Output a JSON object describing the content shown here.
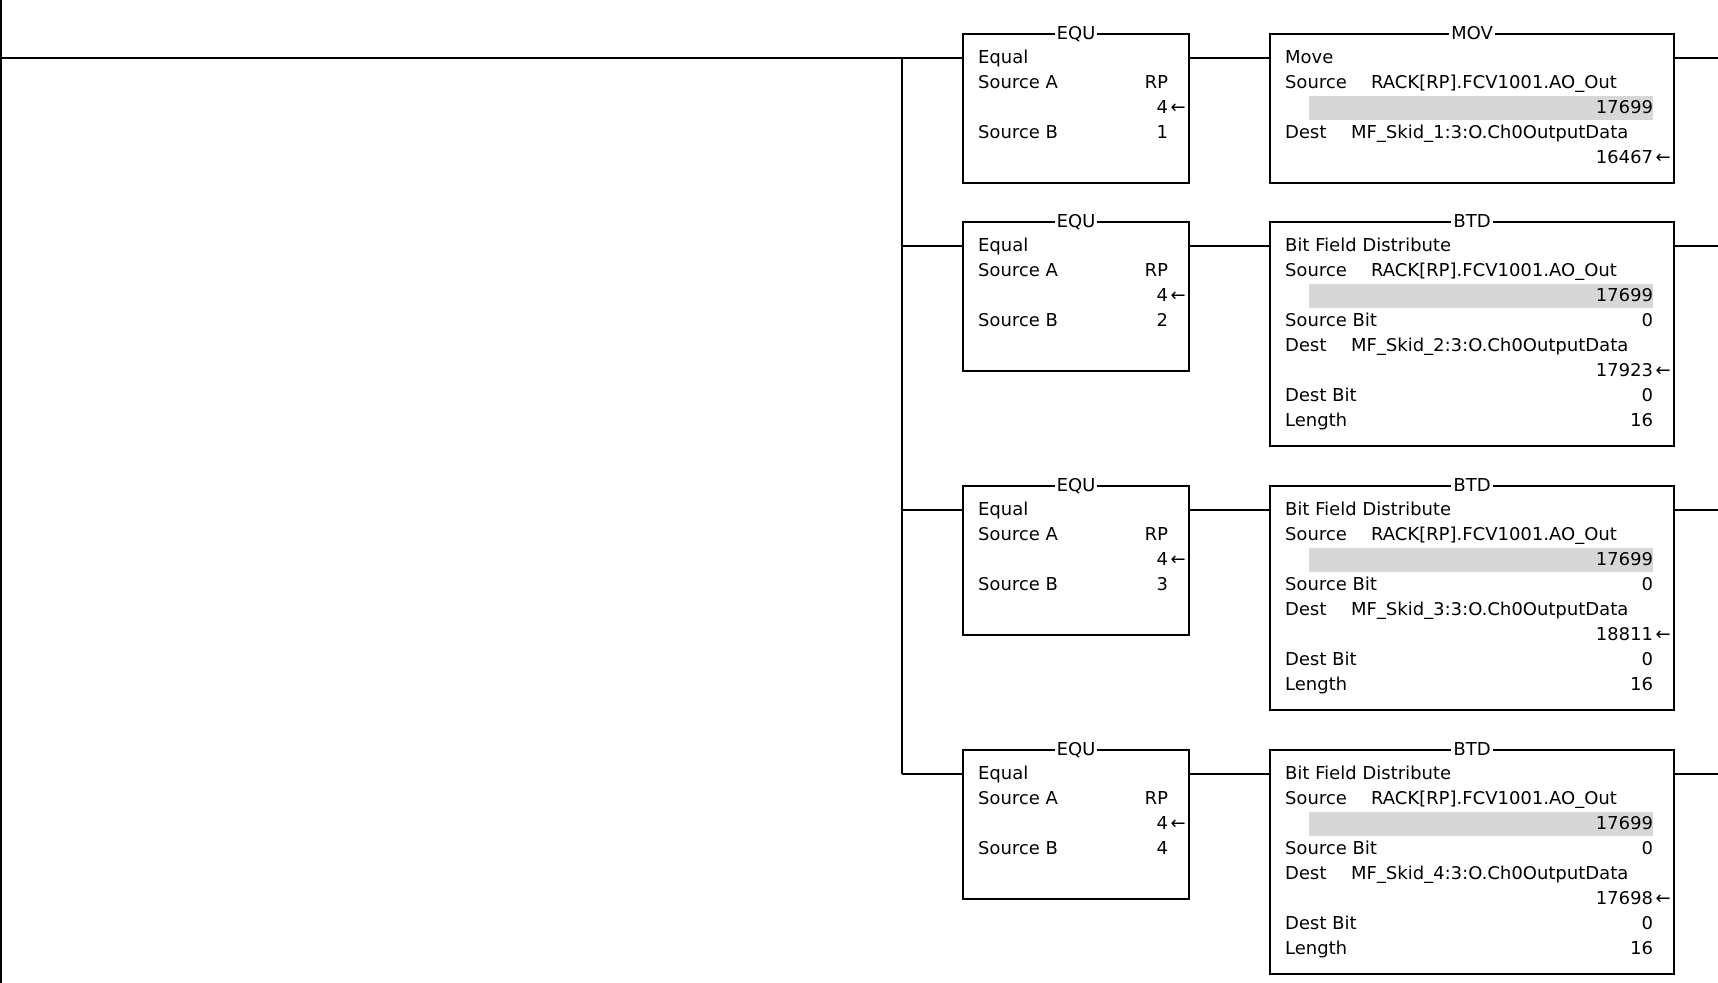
{
  "equ_blocks": [
    {
      "title": "EQU",
      "desc": "Equal",
      "srcA_label": "Source A",
      "srcA_tag": "RP",
      "srcA_value": "4",
      "srcB_label": "Source B",
      "srcB_value": "1"
    },
    {
      "title": "EQU",
      "desc": "Equal",
      "srcA_label": "Source A",
      "srcA_tag": "RP",
      "srcA_value": "4",
      "srcB_label": "Source B",
      "srcB_value": "2"
    },
    {
      "title": "EQU",
      "desc": "Equal",
      "srcA_label": "Source A",
      "srcA_tag": "RP",
      "srcA_value": "4",
      "srcB_label": "Source B",
      "srcB_value": "3"
    },
    {
      "title": "EQU",
      "desc": "Equal",
      "srcA_label": "Source A",
      "srcA_tag": "RP",
      "srcA_value": "4",
      "srcB_label": "Source B",
      "srcB_value": "4"
    }
  ],
  "out_blocks": [
    {
      "title": "MOV",
      "desc": "Move",
      "source_label": "Source",
      "source_tag": "RACK[RP].FCV1001.AO_Out",
      "source_value": "17699",
      "dest_label": "Dest",
      "dest_tag": "MF_Skid_1:3:O.Ch0OutputData",
      "dest_value": "16467"
    },
    {
      "title": "BTD",
      "desc": "Bit Field Distribute",
      "source_label": "Source",
      "source_tag": "RACK[RP].FCV1001.AO_Out",
      "source_value": "17699",
      "srcbit_label": "Source Bit",
      "srcbit_value": "0",
      "dest_label": "Dest",
      "dest_tag": "MF_Skid_2:3:O.Ch0OutputData",
      "dest_value": "17923",
      "destbit_label": "Dest Bit",
      "destbit_value": "0",
      "length_label": "Length",
      "length_value": "16"
    },
    {
      "title": "BTD",
      "desc": "Bit Field Distribute",
      "source_label": "Source",
      "source_tag": "RACK[RP].FCV1001.AO_Out",
      "source_value": "17699",
      "srcbit_label": "Source Bit",
      "srcbit_value": "0",
      "dest_label": "Dest",
      "dest_tag": "MF_Skid_3:3:O.Ch0OutputData",
      "dest_value": "18811",
      "destbit_label": "Dest Bit",
      "destbit_value": "0",
      "length_label": "Length",
      "length_value": "16"
    },
    {
      "title": "BTD",
      "desc": "Bit Field Distribute",
      "source_label": "Source",
      "source_tag": "RACK[RP].FCV1001.AO_Out",
      "source_value": "17699",
      "srcbit_label": "Source Bit",
      "srcbit_value": "0",
      "dest_label": "Dest",
      "dest_tag": "MF_Skid_4:3:O.Ch0OutputData",
      "dest_value": "17698",
      "destbit_label": "Dest Bit",
      "destbit_value": "0",
      "length_label": "Length",
      "length_value": "16"
    }
  ],
  "arrow_glyph": "←"
}
